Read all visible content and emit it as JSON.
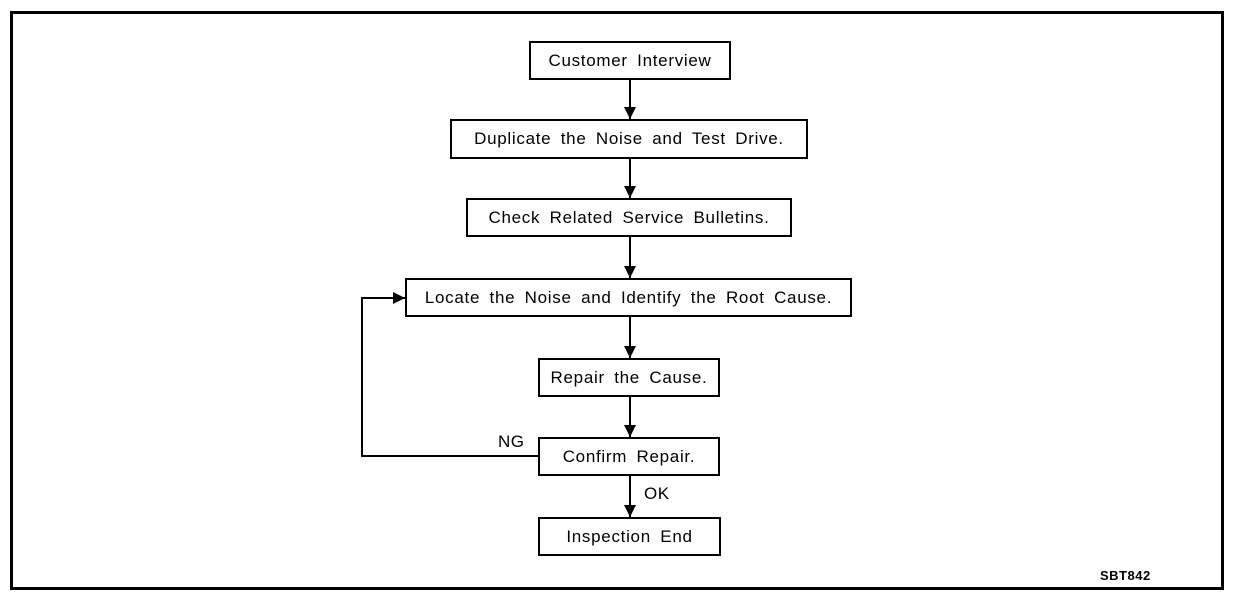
{
  "diagram": {
    "type": "flowchart",
    "figure_code": "SBT842",
    "colors": {
      "line": "#000000",
      "background": "#ffffff",
      "text": "#000000"
    },
    "nodes": [
      {
        "id": "customer-interview",
        "label": "Customer Interview"
      },
      {
        "id": "duplicate-noise",
        "label": "Duplicate the Noise and Test Drive."
      },
      {
        "id": "check-bulletins",
        "label": "Check Related Service Bulletins."
      },
      {
        "id": "locate-root-cause",
        "label": "Locate the Noise and Identify the Root Cause."
      },
      {
        "id": "repair-cause",
        "label": "Repair the Cause."
      },
      {
        "id": "confirm-repair",
        "label": "Confirm Repair."
      },
      {
        "id": "inspection-end",
        "label": "Inspection End"
      }
    ],
    "edges": [
      {
        "from": "Customer Interview",
        "to": "Duplicate the Noise and Test Drive.",
        "label": ""
      },
      {
        "from": "Duplicate the Noise and Test Drive.",
        "to": "Check Related Service Bulletins.",
        "label": ""
      },
      {
        "from": "Check Related Service Bulletins.",
        "to": "Locate the Noise and Identify the Root Cause.",
        "label": ""
      },
      {
        "from": "Locate the Noise and Identify the Root Cause.",
        "to": "Repair the Cause.",
        "label": ""
      },
      {
        "from": "Repair the Cause.",
        "to": "Confirm Repair.",
        "label": ""
      },
      {
        "from": "Confirm Repair.",
        "to": "Inspection End",
        "label": "OK"
      },
      {
        "from": "Confirm Repair.",
        "to": "Locate the Noise and Identify the Root Cause.",
        "label": "NG"
      }
    ],
    "labels": {
      "ng": "NG",
      "ok": "OK"
    }
  }
}
